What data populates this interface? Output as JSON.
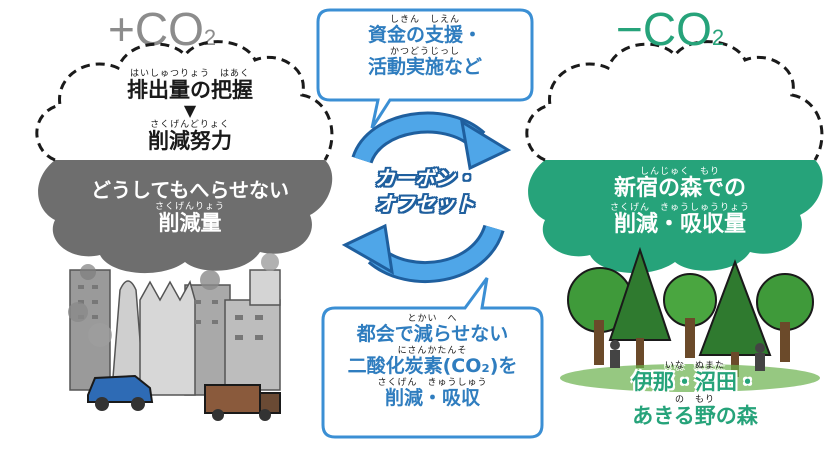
{
  "left_cloud": {
    "symbol": "+CO",
    "subscript": "2",
    "line1_ruby": "はいしゅつりょう　はあく",
    "line1": "排出量の把握",
    "arrow": "▼",
    "line2_ruby": "さくげんどりょく",
    "line2": "削減努力",
    "line3": "どうしてもへらせない",
    "line4_ruby": "さくげんりょう",
    "line4": "削減量"
  },
  "right_cloud": {
    "symbol": "−CO",
    "subscript": "2",
    "line1_ruby": "しんじゅく　もり",
    "line1": "新宿の森での",
    "line2_ruby": "さくげん　きゅうしゅうりょう",
    "line2": "削減・吸収量"
  },
  "center": {
    "label_line1": "カーボン・",
    "label_line2": "オフセット"
  },
  "top_bubble": {
    "ruby1": "しきん　しえん",
    "line1": "資金の支援・",
    "ruby2": "かつどうじっし",
    "line2": "活動実施など"
  },
  "bottom_bubble": {
    "ruby1": "とかい　へ",
    "line1": "都会で減らせない",
    "ruby2": "にさんかたんそ",
    "line2": "二酸化炭素(CO₂)を",
    "ruby3": "さくげん　きゅうしゅう",
    "line3": "削減・吸収"
  },
  "forest_caption": {
    "ruby1": "いな　ぬまた",
    "line1": "伊那・沼田・",
    "ruby2": "の　もり",
    "line2": "あきる野の森"
  },
  "colors": {
    "gray_cloud": "#6e6e6e",
    "green_cloud": "#26a37a",
    "blue": "#2f7dbf",
    "arrow_blue": "#3b8fd4"
  }
}
